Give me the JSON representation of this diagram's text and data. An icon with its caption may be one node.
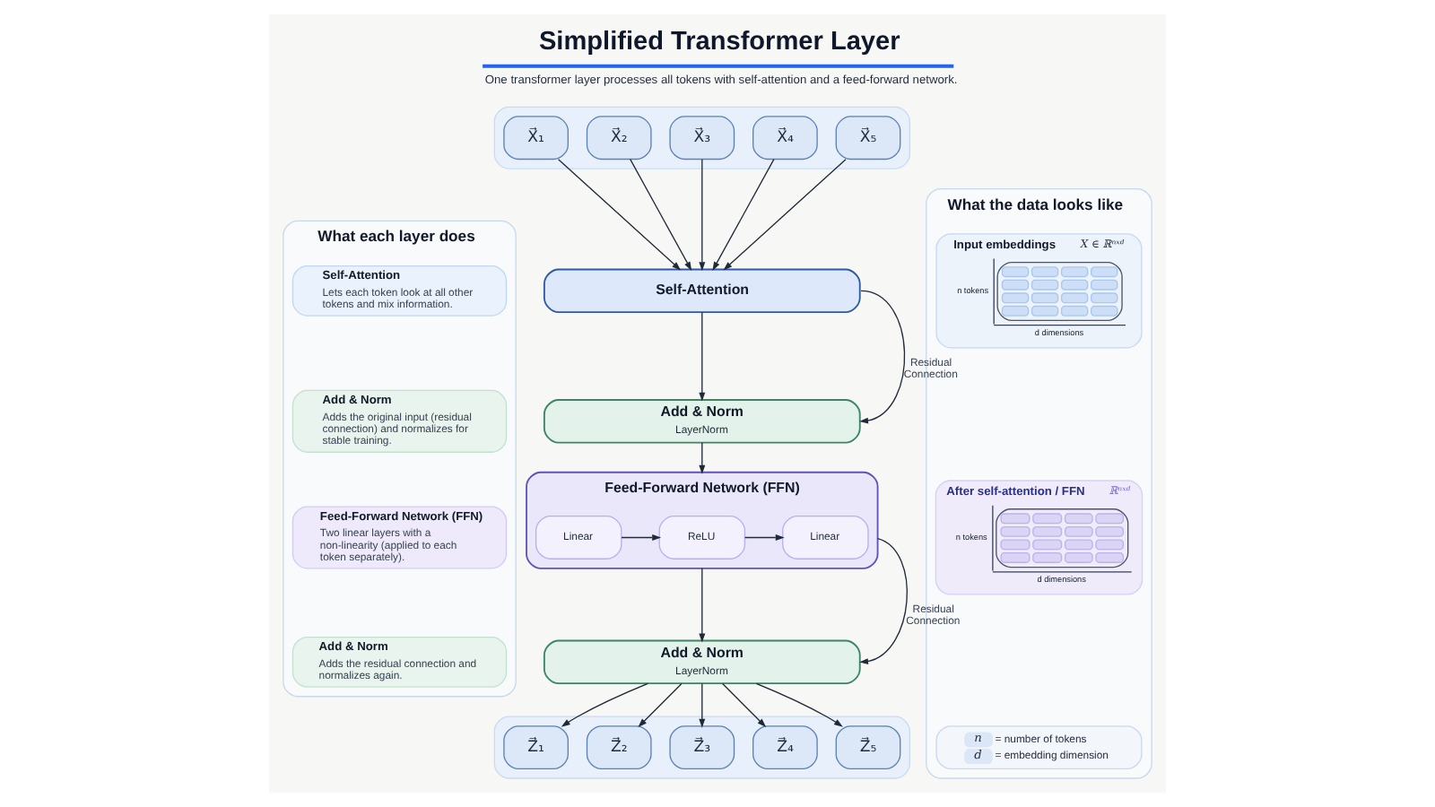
{
  "diagram": {
    "title": "Simplified Transformer Layer",
    "caption": "One transformer layer processes all tokens with self-attention and a feed-forward network.",
    "nodes": [
      {
        "text": [
          "What each layer does"
        ]
      },
      {
        "text": [
          "Self-Attention",
          "Lets each token look at all other tokens and mix information."
        ],
        "in": 0
      },
      {
        "text": [
          "Add & Norm",
          "Adds the original input (residual connection) and normalizes for stable training."
        ],
        "in": 0
      },
      {
        "text": [
          "Feed-Forward Network (FFN)",
          "Two linear layers with a non-linearity (applied to each token separately)."
        ],
        "in": 0
      },
      {
        "text": [
          "Add & Norm",
          "Adds the residual connection and normalizes again."
        ],
        "in": 0
      },
      {
        "text": [],
        "shape": "box"
      },
      {
        "text": [
          "X⃗₁"
        ],
        "in": 5
      },
      {
        "text": [
          "X⃗₂"
        ],
        "in": 5
      },
      {
        "text": [
          "X⃗₃"
        ],
        "in": 5
      },
      {
        "text": [
          "X⃗₄"
        ],
        "in": 5
      },
      {
        "text": [
          "X⃗₅"
        ],
        "in": 5
      },
      {
        "text": [
          "Self-Attention"
        ]
      },
      {
        "text": [
          "Add & Norm",
          "LayerNorm"
        ]
      },
      {
        "text": [
          "Feed-Forward Network (FFN)"
        ]
      },
      {
        "text": [
          "Linear"
        ],
        "in": 13
      },
      {
        "text": [
          "ReLU"
        ],
        "in": 13
      },
      {
        "text": [
          "Linear"
        ],
        "in": 13
      },
      {
        "text": [
          "Add & Norm",
          "LayerNorm"
        ]
      },
      {
        "text": [],
        "shape": "box"
      },
      {
        "text": [
          "Z⃗₁"
        ],
        "in": 18
      },
      {
        "text": [
          "Z⃗₂"
        ],
        "in": 18
      },
      {
        "text": [
          "Z⃗₃"
        ],
        "in": 18
      },
      {
        "text": [
          "Z⃗₄"
        ],
        "in": 18
      },
      {
        "text": [
          "Z⃗₅"
        ],
        "in": 18
      },
      {
        "text": [
          "What the data looks like"
        ]
      },
      {
        "text": [
          "Input embeddings",
          "X ∈ ℝⁿˣᵈ",
          "n tokens",
          "d dimensions"
        ],
        "in": 24
      },
      {
        "text": [
          "After self-attention / FFN",
          "ℝⁿˣᵈ",
          "n tokens",
          "d dimensions"
        ],
        "in": 24
      },
      {
        "text": [
          "n",
          "= number of tokens",
          "d",
          "= embedding dimension"
        ],
        "in": 24
      }
    ],
    "edges": [
      {
        "from": 6,
        "to": 11,
        "arrow": "to"
      },
      {
        "from": 7,
        "to": 11,
        "arrow": "to"
      },
      {
        "from": 8,
        "to": 11,
        "arrow": "to"
      },
      {
        "from": 9,
        "to": 11,
        "arrow": "to"
      },
      {
        "from": 10,
        "to": 11,
        "arrow": "to"
      },
      {
        "from": 11,
        "to": 12,
        "arrow": "to"
      },
      {
        "from": 11,
        "to": 12,
        "arrow": "to",
        "label": "Residual Connection"
      },
      {
        "from": 12,
        "to": 13,
        "arrow": "to"
      },
      {
        "from": 14,
        "to": 15,
        "arrow": "to"
      },
      {
        "from": 15,
        "to": 16,
        "arrow": "to"
      },
      {
        "from": 13,
        "to": 17,
        "arrow": "to"
      },
      {
        "from": 13,
        "to": 17,
        "arrow": "to",
        "label": "Residual Connection"
      },
      {
        "from": 17,
        "to": 19,
        "arrow": "to"
      },
      {
        "from": 17,
        "to": 20,
        "arrow": "to"
      },
      {
        "from": 17,
        "to": 21,
        "arrow": "to"
      },
      {
        "from": 17,
        "to": 22,
        "arrow": "to"
      },
      {
        "from": 17,
        "to": 23,
        "arrow": "to"
      }
    ]
  }
}
